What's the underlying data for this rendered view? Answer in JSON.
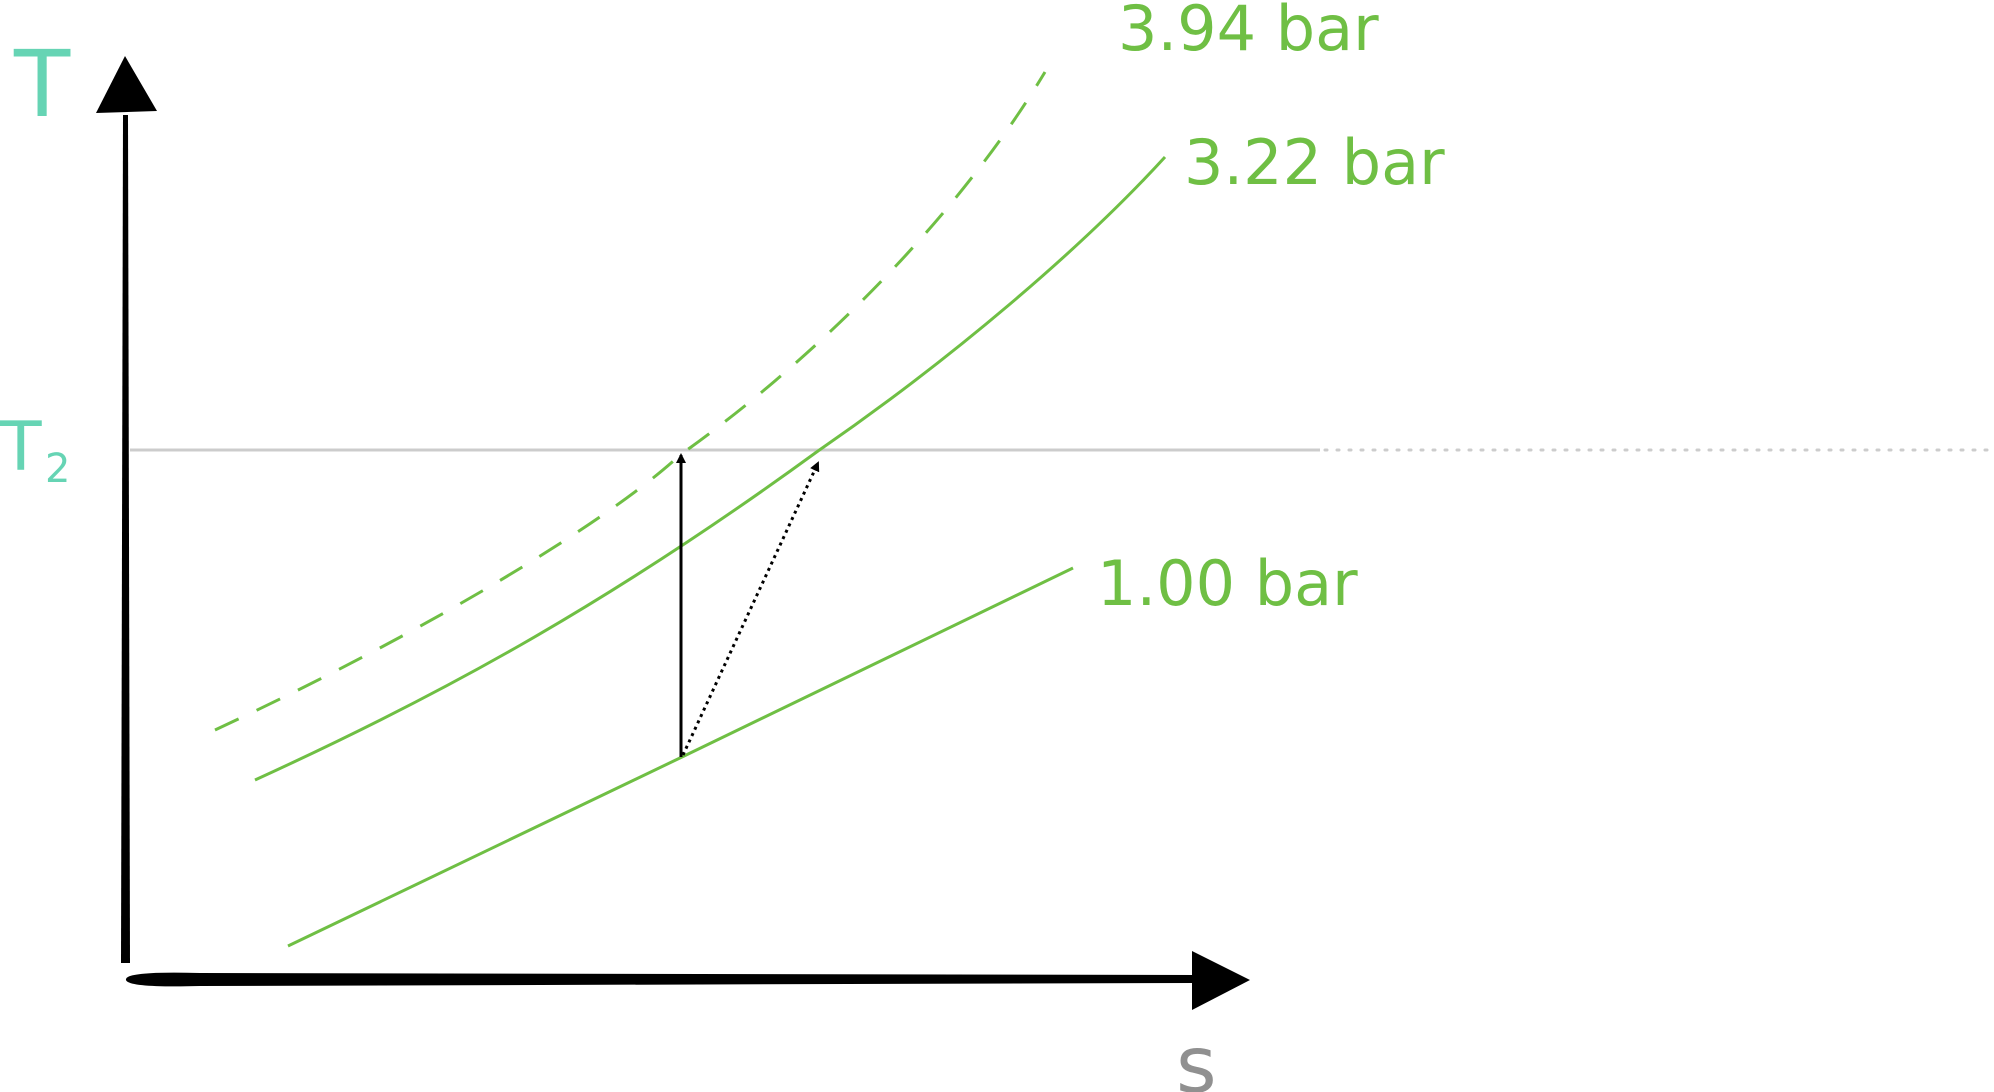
{
  "axes": {
    "y_label": "T",
    "x_label": "s",
    "t2_label": "T",
    "t2_subscript": "2"
  },
  "isobars": [
    {
      "label": "3.94 bar",
      "style": "dashed"
    },
    {
      "label": "3.22 bar",
      "style": "solid"
    },
    {
      "label": "1.00 bar",
      "style": "solid"
    }
  ],
  "process_arrows": [
    {
      "name": "isentropic-compression",
      "style": "solid"
    },
    {
      "name": "actual-compression",
      "style": "dotted"
    }
  ],
  "colors": {
    "axis": "#000000",
    "isobar": "#6fbf44",
    "t2_line": "#cccccc",
    "axis_label": "#66d4b4",
    "s_label": "#909090"
  }
}
